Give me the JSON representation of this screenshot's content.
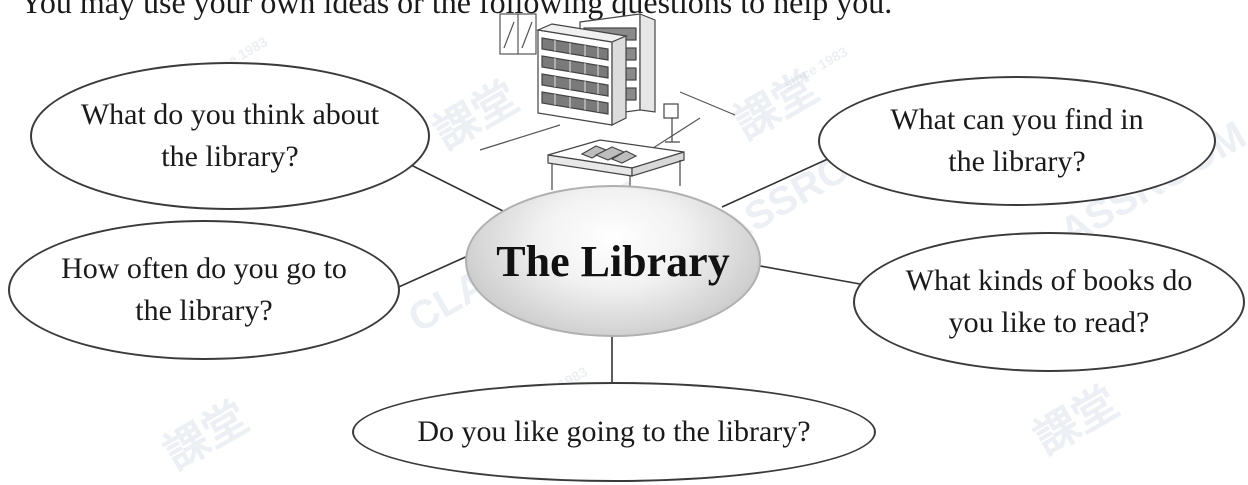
{
  "intro_text": "You may use your own ideas or the following questions to help you.",
  "center_topic": "The Library",
  "questions": {
    "top_left": "What do you think about\nthe library?",
    "top_right": "What can you find in\nthe library?",
    "mid_left": "How often do you go to\nthe library?",
    "mid_right": "What kinds of books do\nyou like to read?",
    "bottom": "Do you like going to the library?"
  },
  "watermark": {
    "brand": "CLASSROOM",
    "chinese": "課堂",
    "since": "since 1983"
  }
}
